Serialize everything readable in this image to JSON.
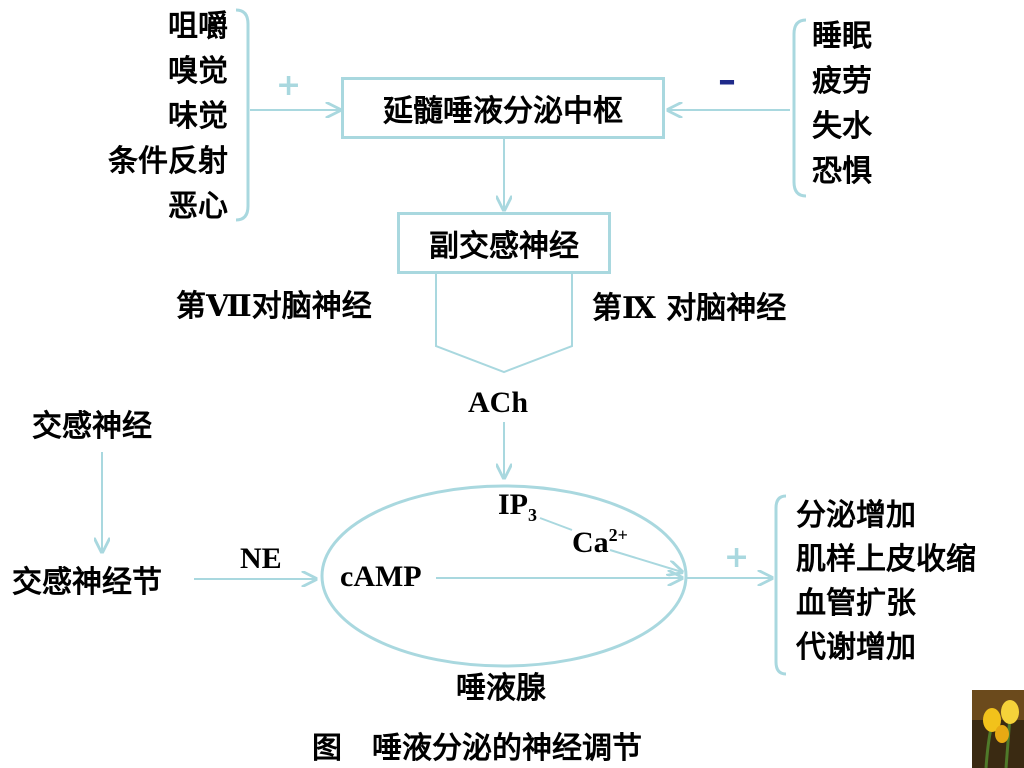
{
  "stimuli_left": [
    "咀嚼",
    "嗅觉",
    "味觉",
    "条件反射",
    "恶心"
  ],
  "stimuli_right": [
    "睡眠",
    "疲劳",
    "失水",
    "恐惧"
  ],
  "plus_sign": "+",
  "minus_sign": "–",
  "center_box": "延髓唾液分泌中枢",
  "parasym_box": "副交感神经",
  "nerve_vii": "第Ⅶ对脑神经",
  "nerve_ix": "第Ⅸ 对脑神经",
  "ach": "ACh",
  "sympathetic": "交感神经",
  "sympathetic_ganglion": "交感神经节",
  "ne": "NE",
  "camp": "cAMP",
  "ip3": {
    "base": "IP",
    "sub": "3"
  },
  "ca": {
    "base": "Ca",
    "sup": "2+"
  },
  "gland": "唾液腺",
  "effects_plus": "+",
  "effects": [
    "分泌增加",
    "肌样上皮收缩",
    "血管扩张",
    "代谢增加"
  ],
  "caption": "图　唾液分泌的神经调节",
  "colors": {
    "line": "#a9d8df",
    "plus": "#a9d8df",
    "minus": "#1f2a8a"
  }
}
